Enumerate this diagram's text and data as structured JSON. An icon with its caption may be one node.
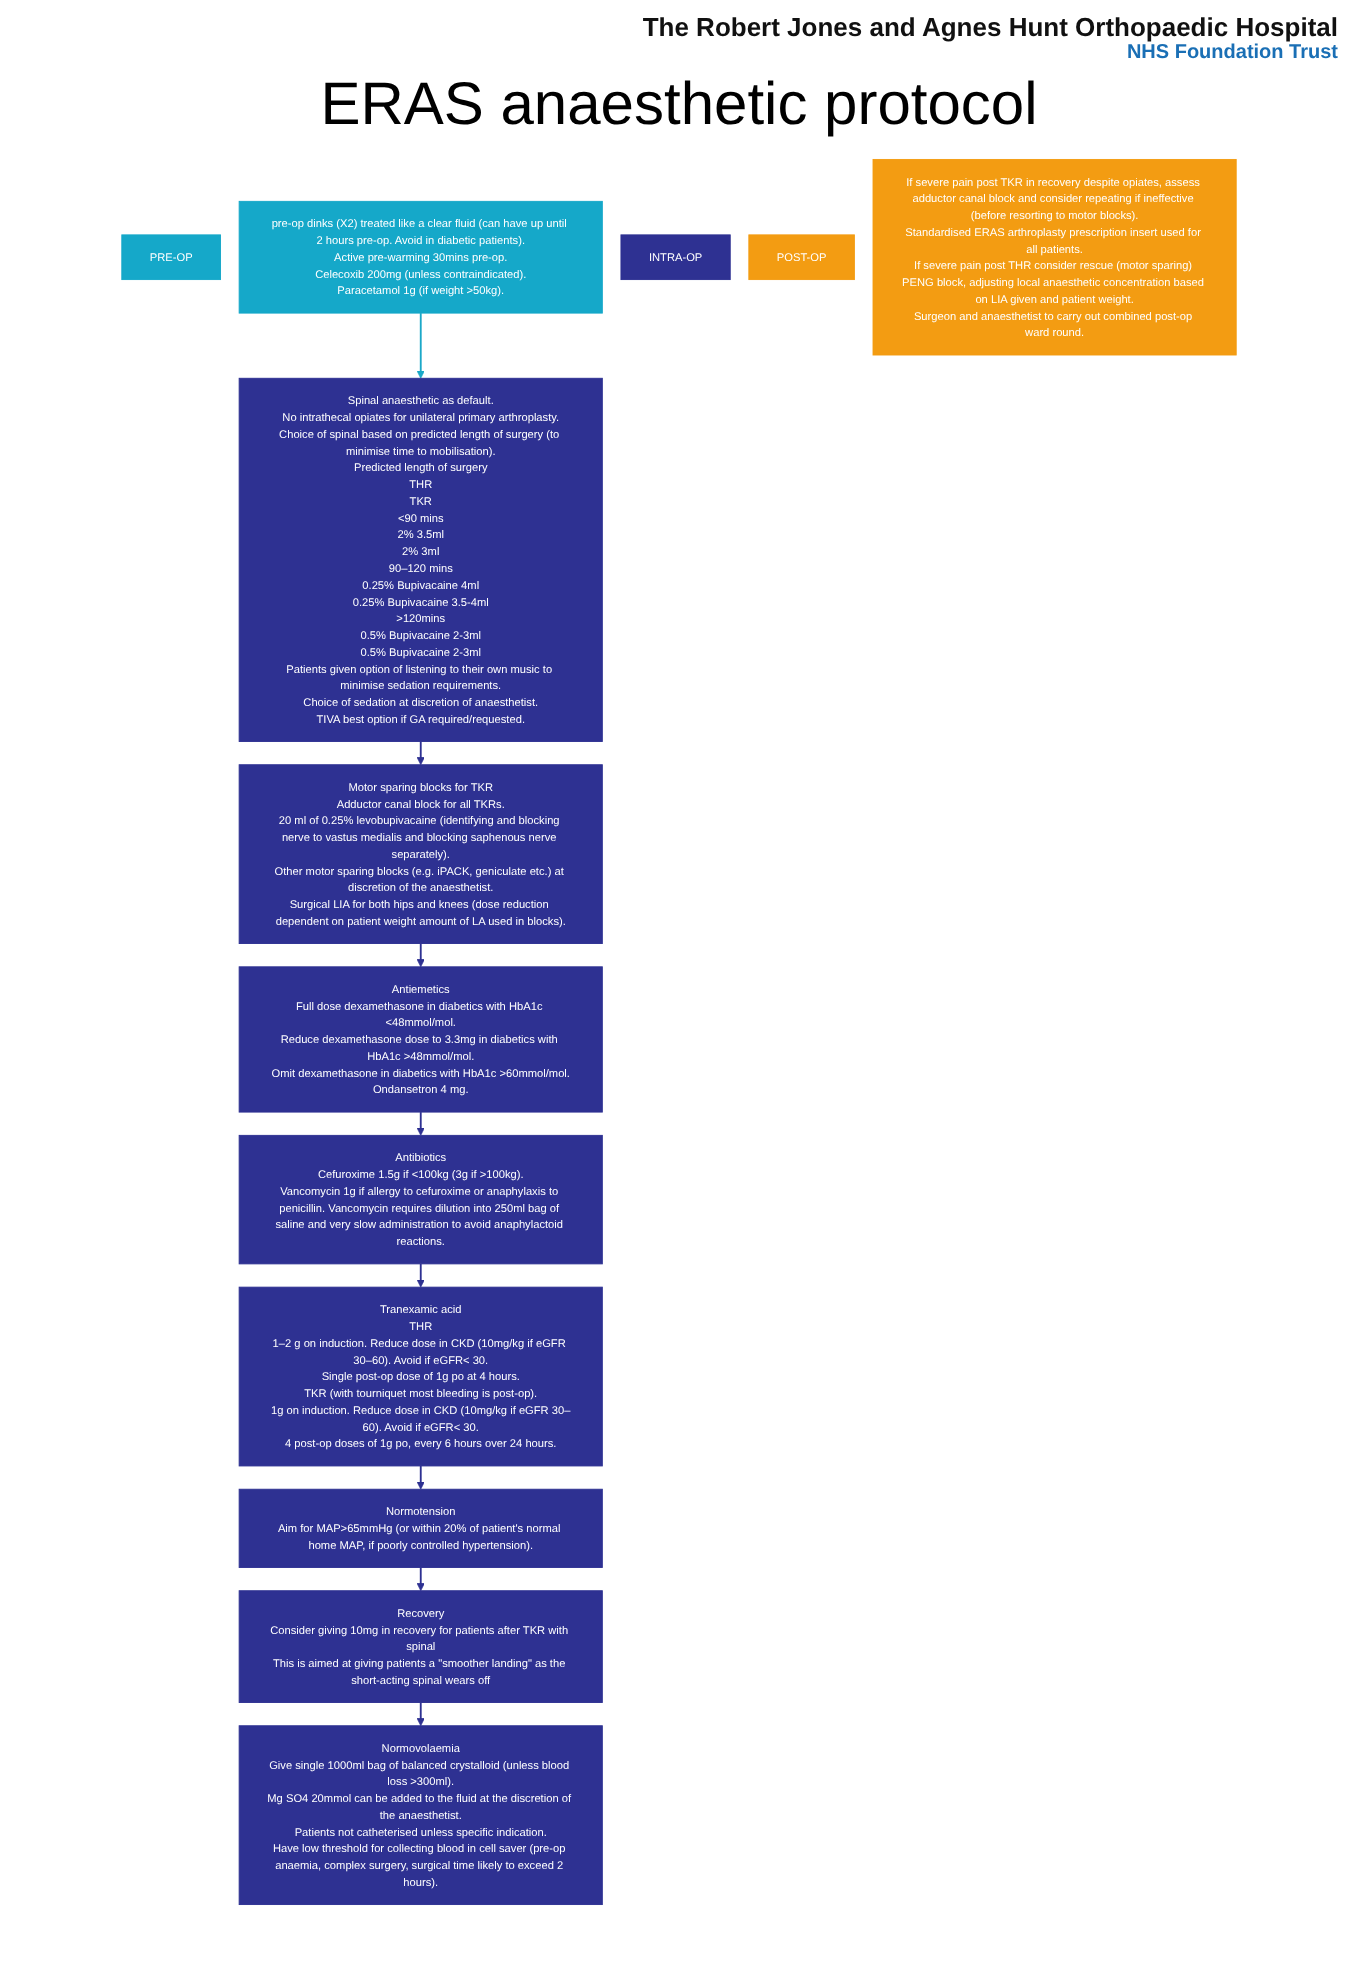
{
  "diagram": {
    "title": "ERAS anaesthetic protocol",
    "nodes": [
      {
        "text": [
          "PRE-OP"
        ]
      },
      {
        "text": [
          "pre-op dinks (X2) treated like a clear fluid (can have up until 2 hours pre-op. Avoid in diabetic patients).",
          "Active pre-warming 30mins pre-op.",
          "Celecoxib 200mg (unless contraindicated).",
          "Paracetamol 1g (if weight >50kg)."
        ]
      },
      {
        "text": [
          "INTRA-OP"
        ]
      },
      {
        "text": [
          "Spinal anaesthetic as default.",
          "No intrathecal opiates for unilateral primary arthroplasty.",
          "Choice of spinal based on predicted length of surgery (to minimise time to mobilisation).",
          "Predicted length of surgery",
          "THR",
          "TKR",
          "<90 mins",
          "2% 3.5ml",
          "2% 3ml",
          "90–120 mins",
          "0.25% Bupivacaine 4ml",
          "0.25% Bupivacaine 3.5-4ml",
          ">120mins",
          "0.5% Bupivacaine 2-3ml",
          "0.5% Bupivacaine 2-3ml",
          "Patients given option of listening to their own music to minimise sedation requirements.",
          "Choice of sedation at discretion of anaesthetist.",
          "TIVA best option if GA required/requested."
        ]
      },
      {
        "text": [
          "Motor sparing blocks for TKR",
          "Adductor canal block for all TKRs.",
          "20 ml of 0.25% levobupivacaine (identifying and blocking nerve to vastus medialis and blocking saphenous nerve separately).",
          "Other motor sparing blocks (e.g. iPACK, geniculate etc.) at discretion of the anaesthetist.",
          "Surgical LIA for both hips and knees (dose reduction dependent on patient weight amount of LA used in blocks)."
        ]
      },
      {
        "text": [
          "Tranexamic acid",
          "THR",
          "1–2 g on induction. Reduce dose in CKD (10mg/kg if eGFR 30–60). Avoid if eGFR< 30.",
          "Single post-op dose of 1g po at 4 hours.",
          "TKR (with tourniquet most bleeding is post-op).",
          "1g on induction. Reduce dose in CKD (10mg/kg if eGFR 30–60). Avoid if eGFR< 30.",
          "4 post-op doses of 1g po, every 6 hours over 24 hours."
        ]
      },
      {
        "text": [
          "Antiemetics",
          "Full dose dexamethasone in diabetics with HbA1c <48mmol/mol.",
          "Reduce dexamethasone dose to 3.3mg in diabetics with HbA1c >48mmol/mol.",
          "Omit dexamethasone in diabetics with HbA1c >60mmol/mol.",
          "Ondansetron 4 mg."
        ]
      },
      {
        "text": [
          "Normotension",
          "Aim for MAP>65mmHg (or within 20% of patient's normal home MAP, if poorly controlled hypertension)."
        ]
      },
      {
        "text": [
          "Antibiotics",
          "Cefuroxime 1.5g if <100kg (3g if >100kg).",
          "Vancomycin 1g if allergy to cefuroxime or anaphylaxis to penicillin. Vancomycin requires dilution into 250ml bag of saline and very slow administration to avoid anaphylactoid reactions."
        ]
      },
      {
        "text": [
          "Recovery",
          "Consider giving 10mg in recovery for patients after TKR with spinal",
          "This is aimed at giving patients a \"smoother landing\" as the short-acting spinal wears off"
        ]
      },
      {
        "text": [
          "Normovolaemia",
          "Give single 1000ml bag of balanced crystalloid (unless blood loss >300ml).",
          "Mg SO4 20mmol can be added to the fluid at the discretion of the anaesthetist.",
          "Patients not catheterised unless specific indication.",
          "Have low threshold for collecting blood in cell saver (pre-op anaemia, complex surgery, surgical time likely to exceed 2 hours)."
        ]
      },
      {
        "text": [
          "POST-OP"
        ]
      },
      {
        "text": [
          "If severe pain post TKR in recovery despite opiates, assess adductor canal block and consider repeating if ineffective (before resorting to motor blocks).",
          "Standardised ERAS arthroplasty prescription insert used for all patients.",
          "If severe pain post THR consider rescue (motor sparing) PENG block, adjusting local anaesthetic concentration based on LIA given and patient weight.",
          "Surgeon and anaesthetist to carry out combined post-op ward round."
        ]
      }
    ],
    "edges": [
      {
        "from": 1,
        "to": 3,
        "arrow": "to",
        "color": "#1ba8c8"
      },
      {
        "from": 3,
        "to": 4,
        "arrow": "to"
      },
      {
        "from": 4,
        "to": 6,
        "arrow": "to"
      },
      {
        "from": 6,
        "to": 8,
        "arrow": "to"
      },
      {
        "from": 8,
        "to": 5,
        "arrow": "to"
      },
      {
        "from": 5,
        "to": 7,
        "arrow": "to"
      },
      {
        "from": 7,
        "to": 9,
        "arrow": "to"
      },
      {
        "from": 9,
        "to": 10,
        "arrow": "to"
      }
    ],
    "labels": [
      "The Robert Jones and Agnes Hunt Orthopaedic Hospital",
      "NHS Foundation Trust"
    ]
  }
}
